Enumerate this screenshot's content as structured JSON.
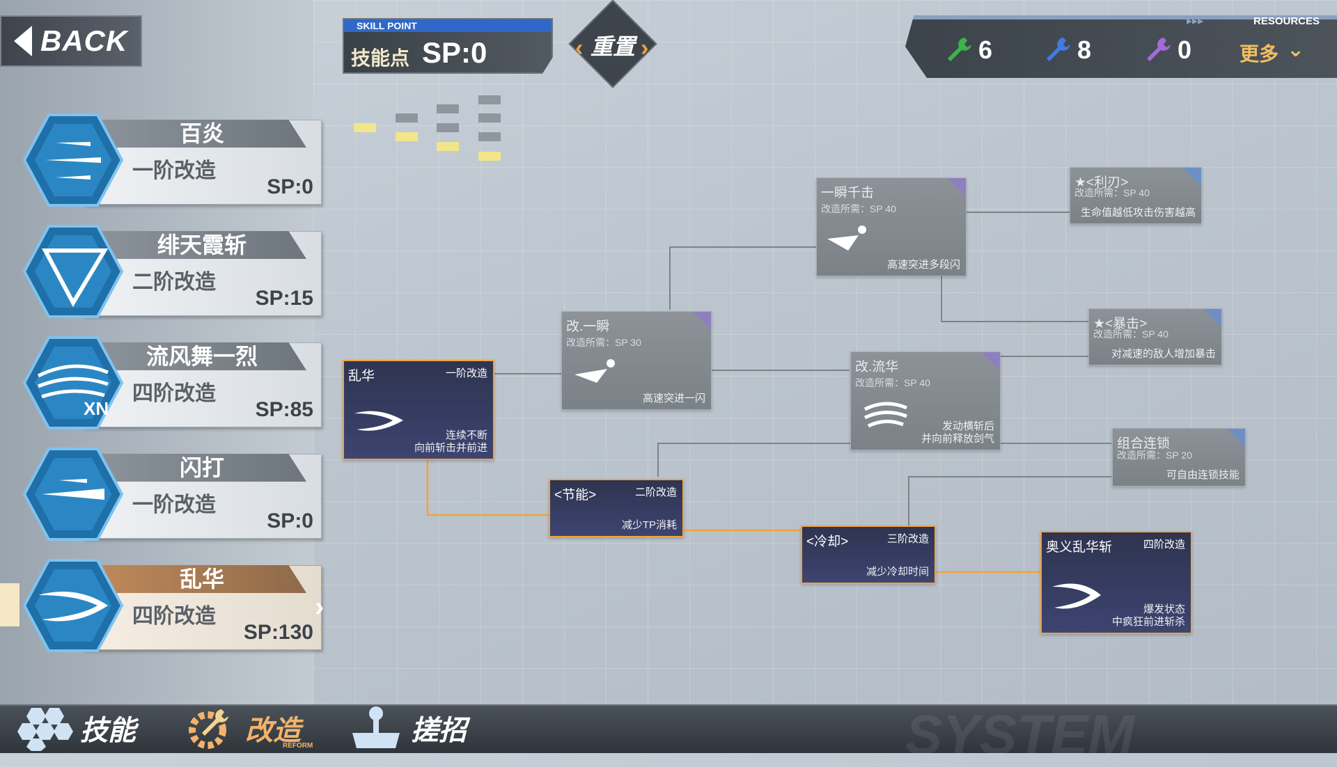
{
  "header": {
    "back_label": "BACK",
    "sp_tag": "SKILL POINT",
    "sp_label": "技能点",
    "sp_value": "SP:0",
    "reset_label": "重置"
  },
  "resources": {
    "tag": "RESOURCES",
    "items": [
      {
        "icon": "green-wrench-icon",
        "color": "#3fb24a",
        "count": "6"
      },
      {
        "icon": "blue-wrench-icon",
        "color": "#3e7ce0",
        "count": "8"
      },
      {
        "icon": "purple-wrench-icon",
        "color": "#a36ad8",
        "count": "0"
      }
    ],
    "more_label": "更多"
  },
  "skills": [
    {
      "name": "百炎",
      "tier": "一阶改造",
      "sp": "SP:0"
    },
    {
      "name": "绯天霞斩",
      "tier": "二阶改造",
      "sp": "SP:15"
    },
    {
      "name": "流风舞一烈",
      "tier": "四阶改造",
      "sp": "SP:85",
      "badge": "XN"
    },
    {
      "name": "闪打",
      "tier": "一阶改造",
      "sp": "SP:0"
    },
    {
      "name": "乱华",
      "tier": "四阶改造",
      "sp": "SP:130",
      "selected": true
    }
  ],
  "nodes": {
    "root": {
      "title": "乱华",
      "tier": "一阶改造",
      "desc1": "连续不断",
      "desc2": "向前斩击并前进"
    },
    "jieneng": {
      "title": "<节能>",
      "tier": "二阶改造",
      "desc1": "减少TP消耗"
    },
    "lengque": {
      "title": "<冷却>",
      "tier": "三阶改造",
      "desc1": "减少冷却时间"
    },
    "aoyi": {
      "title": "奥义乱华斩",
      "tier": "四阶改造",
      "desc1": "爆发状态",
      "desc2": "中疯狂前进斩杀"
    },
    "gai_yishun": {
      "title": "改.一瞬",
      "cost": "改造所需：SP 30",
      "desc1": "高速突进一闪"
    },
    "yishun_qianji": {
      "title": "一瞬千击",
      "cost": "改造所需：SP 40",
      "desc1": "高速突进多段闪"
    },
    "lirenn": {
      "title": "★<利刃>",
      "cost": "改造所需：SP 40",
      "desc1": "生命值越低攻击伤害越高"
    },
    "baoji": {
      "title": "★<暴击>",
      "cost": "改造所需：SP 40",
      "desc1": "对减速的敌人增加暴击"
    },
    "gai_liuhua": {
      "title": "改.流华",
      "cost": "改造所需：SP 40",
      "desc1": "发动横斩后",
      "desc2": "并向前释放剑气"
    },
    "zuhe": {
      "title": "组合连锁",
      "cost": "改造所需：SP 20",
      "desc1": "可自由连锁技能"
    }
  },
  "bottom_nav": [
    {
      "label": "技能",
      "icon": "hexagon-cluster-icon"
    },
    {
      "label": "改造",
      "icon": "gear-wrench-icon",
      "sub": "REFORM",
      "current": true
    },
    {
      "label": "搓招",
      "icon": "joystick-icon"
    }
  ],
  "colors": {
    "accent": "#f0a33c",
    "panel_dark": "#3a4048",
    "sp_bar": "#2f68c8"
  }
}
